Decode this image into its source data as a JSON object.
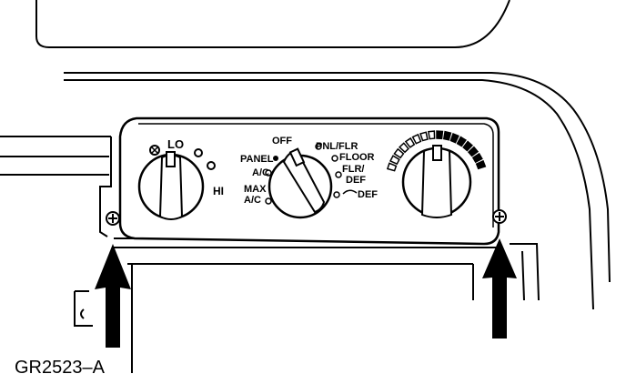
{
  "figure": {
    "code": "GR2523–A",
    "line_color": "#000000",
    "background": "#ffffff"
  },
  "left_knob": {
    "lo": "LO",
    "hi": "HI",
    "icon": "fan-icon"
  },
  "mode_knob": {
    "off": "OFF",
    "panel": "PANEL",
    "ac": "A/C",
    "max": "MAX",
    "max_ac": "A/C",
    "pnl_flr": "PNL/FLR",
    "floor": "FLOOR",
    "flr": "FLR/",
    "flr_def": "DEF",
    "def": "DEF"
  },
  "right_knob": {
    "icon": "temperature-scale-icon"
  },
  "arrows": {
    "count": 2,
    "icon": "up-arrow-icon"
  },
  "screws": {
    "icon": "screw-icon"
  }
}
